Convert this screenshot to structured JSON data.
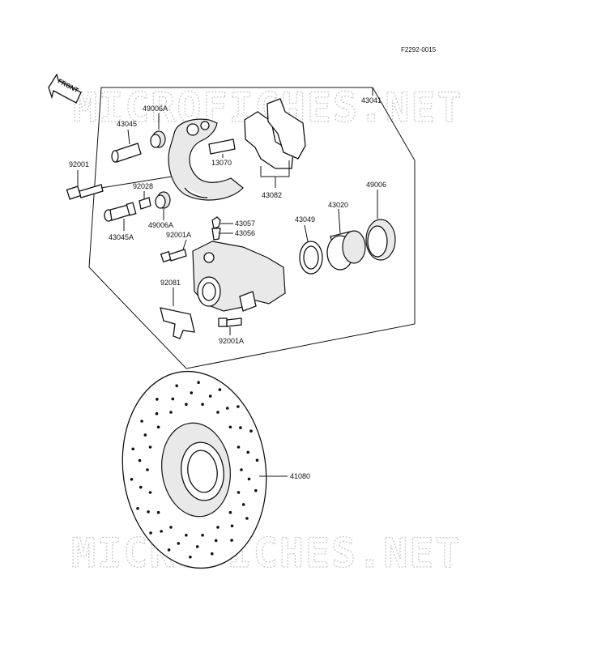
{
  "diagram": {
    "drawing_code": "F2292-0015",
    "front_arrow_text": "FRONT",
    "watermarks": [
      "MICROFICHES.NET",
      "MICROFICHES.NET"
    ],
    "callouts": {
      "c43041": "43041",
      "c49006A_top": "49006A",
      "c43045": "43045",
      "c92001": "92001",
      "c13070": "13070",
      "c43082": "43082",
      "c92028": "92028",
      "c49006A_mid": "49006A",
      "c43045A": "43045A",
      "c43057": "43057",
      "c43056": "43056",
      "c92001A_top": "92001A",
      "c43049": "43049",
      "c43020": "43020",
      "c49006": "49006",
      "c92081": "92081",
      "c92001A_bot": "92001A",
      "c41080": "41080"
    }
  }
}
